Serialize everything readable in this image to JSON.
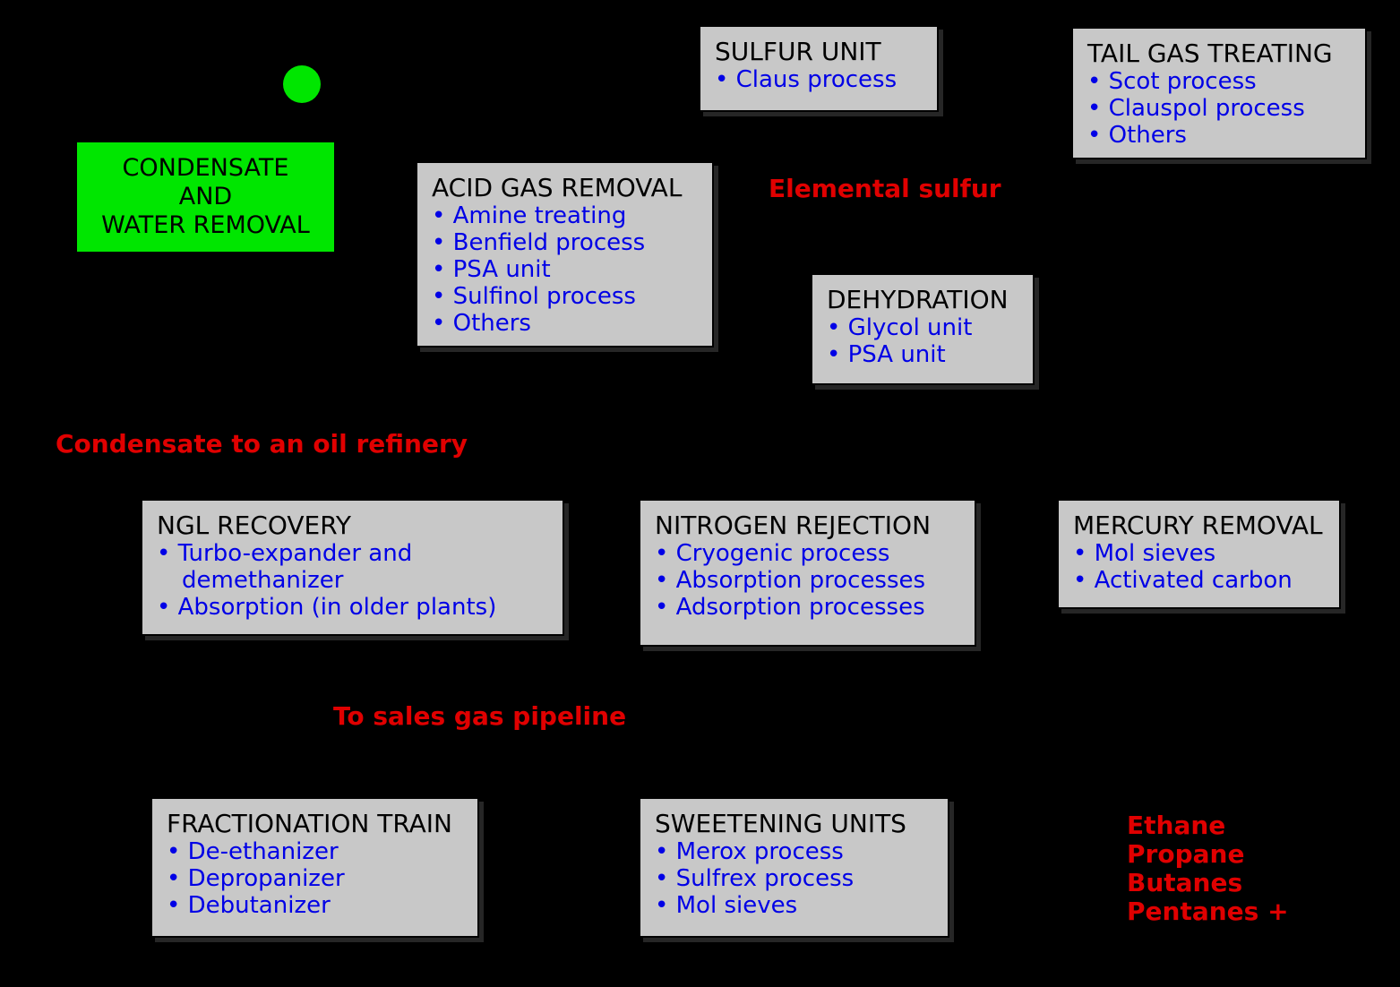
{
  "colors": {
    "bg": "#000000",
    "box_bg": "#c8c8c8",
    "box_border": "#000000",
    "title_text": "#000000",
    "bullet_text": "#0000e6",
    "label_text": "#e00000",
    "green": "#00e600"
  },
  "boxes": {
    "sulfur_unit": {
      "title": "SULFUR UNIT",
      "items": [
        "Claus process"
      ]
    },
    "tail_gas_treating": {
      "title": "TAIL GAS TREATING",
      "items": [
        "Scot process",
        "Clauspol process",
        "Others"
      ]
    },
    "condensate_water_removal": {
      "lines": [
        "CONDENSATE",
        "AND",
        "WATER REMOVAL"
      ]
    },
    "acid_gas_removal": {
      "title": "ACID GAS REMOVAL",
      "items": [
        "Amine treating",
        "Benfield process",
        "PSA unit",
        "Sulfinol process",
        "Others"
      ]
    },
    "dehydration": {
      "title": "DEHYDRATION",
      "items": [
        "Glycol unit",
        "PSA unit"
      ]
    },
    "ngl_recovery": {
      "title": "NGL RECOVERY",
      "items": [
        "Turbo-expander and demethanizer",
        "Absorption (in older plants)"
      ]
    },
    "nitrogen_rejection": {
      "title": "NITROGEN REJECTION",
      "items": [
        "Cryogenic process",
        "Absorption processes",
        "Adsorption processes"
      ]
    },
    "mercury_removal": {
      "title": "MERCURY REMOVAL",
      "items": [
        "Mol sieves",
        "Activated carbon"
      ]
    },
    "fractionation_train": {
      "title": "FRACTIONATION TRAIN",
      "items": [
        "De-ethanizer",
        "Depropanizer",
        "Debutanizer"
      ]
    },
    "sweetening_units": {
      "title": "SWEETENING UNITS",
      "items": [
        "Merox process",
        "Sulfrex process",
        "Mol sieves"
      ]
    }
  },
  "labels": {
    "elemental_sulfur": "Elemental sulfur",
    "condensate_to_refinery": "Condensate to an oil refinery",
    "to_sales_gas_pipeline": "To sales gas pipeline",
    "products": [
      "Ethane",
      "Propane",
      "Butanes",
      "Pentanes +"
    ]
  }
}
